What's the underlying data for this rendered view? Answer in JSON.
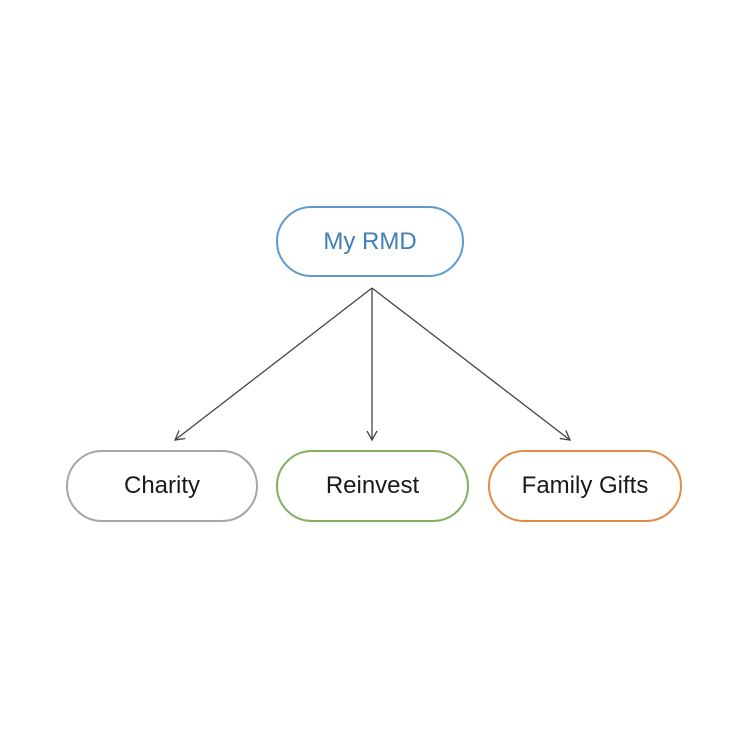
{
  "root": {
    "label": "My RMD",
    "color": "#5b9bd0",
    "text_color": "#3f7fb8"
  },
  "children": [
    {
      "label": "Charity",
      "color": "#a6a6a6"
    },
    {
      "label": "Reinvest",
      "color": "#84b062"
    },
    {
      "label": "Family Gifts",
      "color": "#e58a45"
    }
  ],
  "edge_color": "#444444"
}
